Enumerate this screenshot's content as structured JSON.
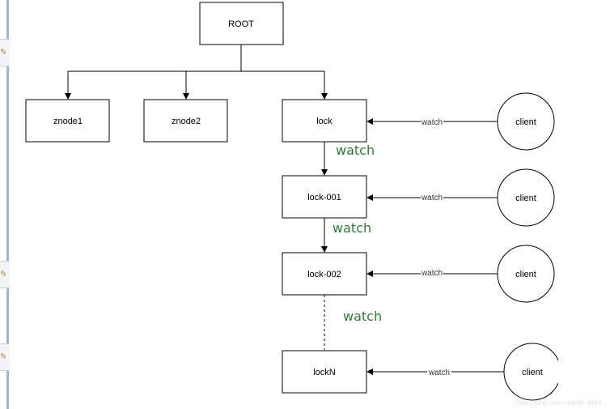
{
  "nodes": {
    "root": "ROOT",
    "znode1": "znode1",
    "znode2": "znode2",
    "lock": "lock",
    "lock001": "lock-001",
    "lock002": "lock-002",
    "lockN": "lockN"
  },
  "clients": [
    "client",
    "client",
    "client",
    "client"
  ],
  "edge_watch_labels": [
    "watch",
    "watch",
    "watch",
    "watch"
  ],
  "chain_watch_labels": [
    "watch",
    "watch",
    "watch"
  ],
  "watermark": "https://blog.csdn.net/m0_4634..."
}
